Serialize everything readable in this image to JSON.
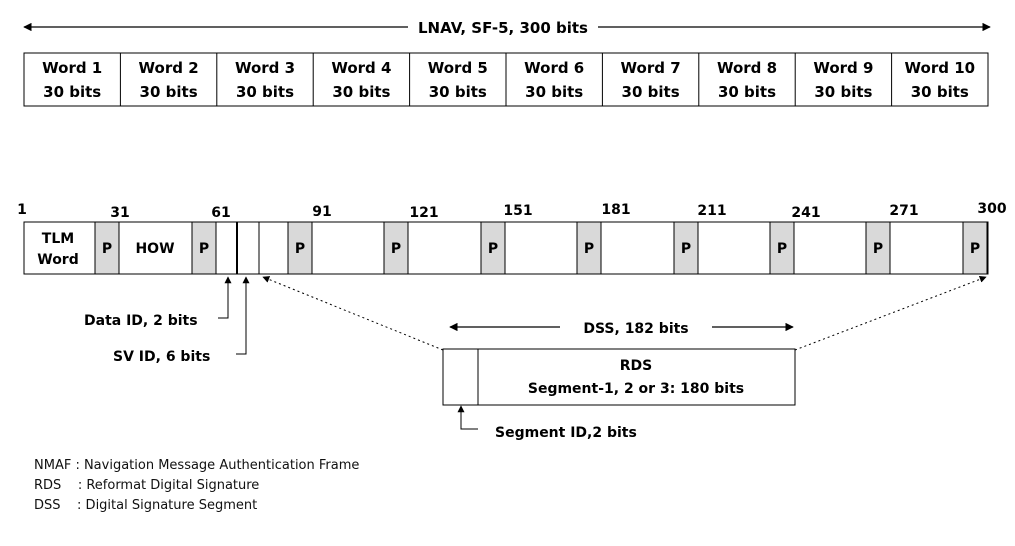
{
  "header": {
    "title": "LNAV, SF-5, 300 bits"
  },
  "words": [
    {
      "name": "Word 1",
      "bits": "30 bits"
    },
    {
      "name": "Word 2",
      "bits": "30 bits"
    },
    {
      "name": "Word 3",
      "bits": "30 bits"
    },
    {
      "name": "Word 4",
      "bits": "30 bits"
    },
    {
      "name": "Word 5",
      "bits": "30 bits"
    },
    {
      "name": "Word 6",
      "bits": "30 bits"
    },
    {
      "name": "Word 7",
      "bits": "30 bits"
    },
    {
      "name": "Word 8",
      "bits": "30 bits"
    },
    {
      "name": "Word 9",
      "bits": "30 bits"
    },
    {
      "name": "Word 10",
      "bits": "30 bits"
    }
  ],
  "bit_marks": [
    "1",
    "31",
    "61",
    "91",
    "121",
    "151",
    "181",
    "211",
    "241",
    "271",
    "300"
  ],
  "bitstream": {
    "tlm_line1": "TLM",
    "tlm_line2": "Word",
    "how_label": "HOW",
    "parity_label": "P"
  },
  "annotations": {
    "data_id": "Data ID, 2 bits",
    "sv_id": "SV ID, 6 bits",
    "segment_id": "Segment ID,2 bits"
  },
  "dss": {
    "label": "DSS, 182 bits",
    "rds_title": "RDS",
    "rds_subtitle": "Segment-1, 2 or 3: 180 bits"
  },
  "legend": [
    "NMAF : Navigation Message Authentication Frame",
    "RDS    : Reformat Digital Signature",
    "DSS    : Digital Signature Segment"
  ],
  "colors": {
    "parity_fill": "#d9d9d9",
    "stroke": "#000000"
  }
}
